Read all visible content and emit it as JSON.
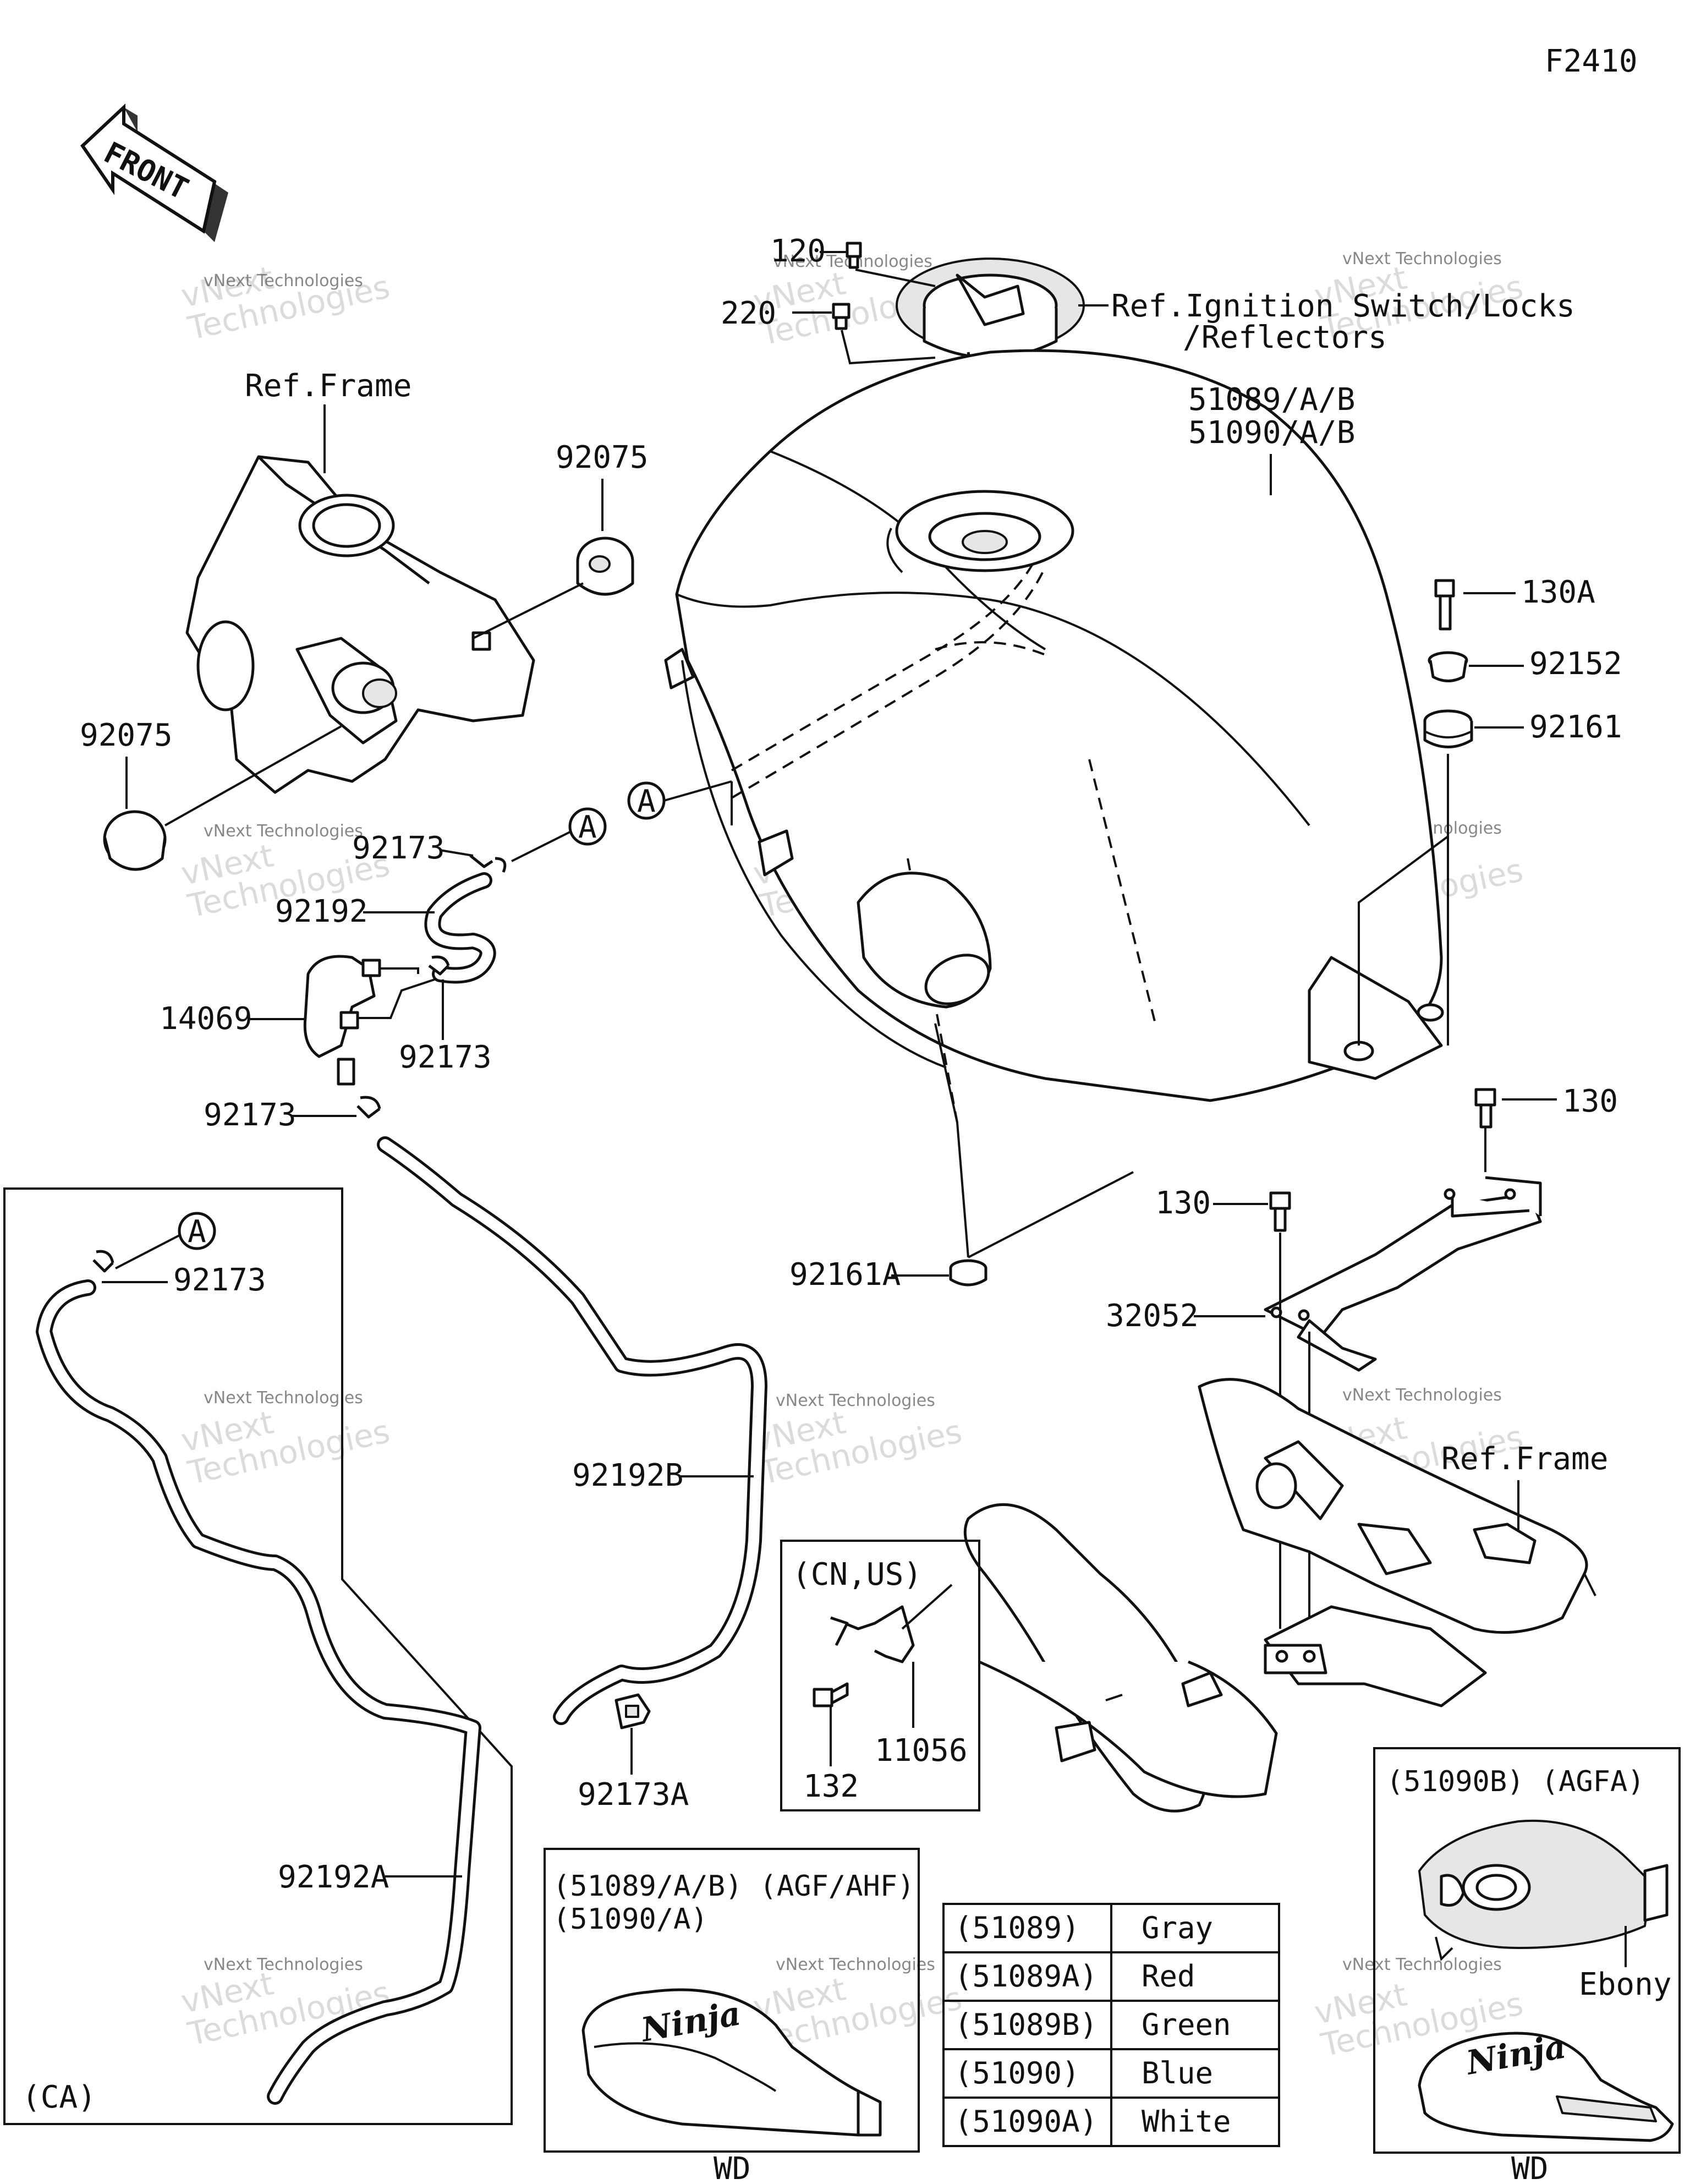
{
  "page_code": "F2410",
  "front_label": "FRONT",
  "watermark": {
    "line1": "vNext Technologies",
    "line2": "Technologies"
  },
  "refs": {
    "frame_top": "Ref.Frame",
    "frame_right": "Ref.Frame",
    "ignition_line1": "Ref.Ignition Switch/Locks",
    "ignition_line2": "/Reflectors"
  },
  "callouts": {
    "c120": "120",
    "c220": "220",
    "c51089": "51089/A/B",
    "c51090": "51090/A/B",
    "c92075_top": "92075",
    "c92075_left": "92075",
    "c130A": "130A",
    "c92152": "92152",
    "c92161": "92161",
    "c92173_a": "92173",
    "c92192": "92192",
    "c14069": "14069",
    "c92173_b": "92173",
    "c92173_c": "92173",
    "c130_right": "130",
    "c130_mid": "130",
    "c92161A": "92161A",
    "c32052": "32052",
    "c92173_ca": "92173",
    "c92192B": "92192B",
    "c92173A": "92173A",
    "c92192A": "92192A",
    "c11056": "11056",
    "c132": "132",
    "circle_a": "A"
  },
  "inset_ca": {
    "label": "(CA)"
  },
  "inset_cnus": {
    "label": "(CN,US)"
  },
  "inset_wd_left": {
    "line1": "(51089/A/B) (AGF/AHF)",
    "line2": "(51090/A)",
    "footer": "WD",
    "logo": "Ninja"
  },
  "inset_wd_right": {
    "line1": "(51090B)  (AGFA)",
    "callout": "Ebony",
    "footer": "WD",
    "logo": "Ninja"
  },
  "color_table": {
    "rows": [
      {
        "code": "(51089)",
        "color": "Gray"
      },
      {
        "code": "(51089A)",
        "color": "Red"
      },
      {
        "code": "(51089B)",
        "color": "Green"
      },
      {
        "code": "(51090)",
        "color": "Blue"
      },
      {
        "code": "(51090A)",
        "color": "White"
      }
    ]
  }
}
